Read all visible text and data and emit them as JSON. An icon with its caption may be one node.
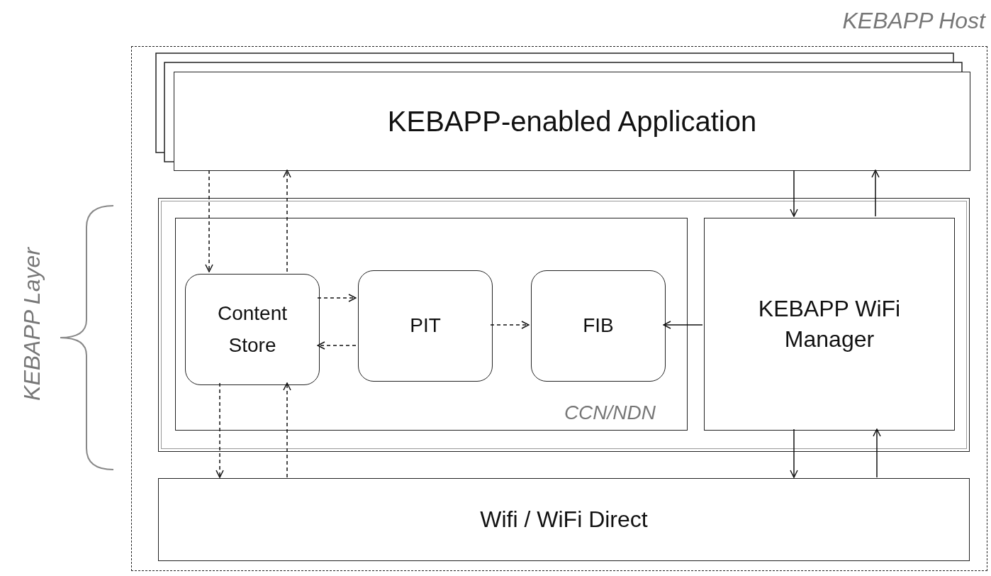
{
  "diagram": {
    "nodes": [
      {
        "text": [
          "KEBAPP Host"
        ]
      },
      {
        "text": [
          "KEBAPP-enabled Application"
        ],
        "in": 0
      },
      {
        "text": [],
        "shape": "box",
        "in": 0
      },
      {
        "text": [
          "CCN/NDN"
        ],
        "in": 2
      },
      {
        "text": [
          "Content Store"
        ],
        "in": 3
      },
      {
        "text": [
          "PIT"
        ],
        "in": 3
      },
      {
        "text": [
          "FIB"
        ],
        "in": 3
      },
      {
        "text": [
          "KEBAPP WiFi Manager"
        ],
        "in": 2
      },
      {
        "text": [
          "Wifi / WiFi Direct"
        ],
        "in": 0
      }
    ],
    "edges": [
      {
        "from": 1,
        "to": 4,
        "arrow": "to",
        "style": "dashed"
      },
      {
        "from": 4,
        "to": 1,
        "arrow": "to",
        "style": "dashed"
      },
      {
        "from": 1,
        "to": 7,
        "arrow": "to"
      },
      {
        "from": 7,
        "to": 1,
        "arrow": "to"
      },
      {
        "from": 4,
        "to": 5,
        "arrow": "to",
        "style": "dashed"
      },
      {
        "from": 5,
        "to": 4,
        "arrow": "to",
        "style": "dashed"
      },
      {
        "from": 5,
        "to": 6,
        "arrow": "to",
        "style": "dashed"
      },
      {
        "from": 7,
        "to": 6,
        "arrow": "to"
      },
      {
        "from": 4,
        "to": 8,
        "arrow": "to",
        "style": "dashed"
      },
      {
        "from": 8,
        "to": 4,
        "arrow": "to",
        "style": "dashed"
      },
      {
        "from": 7,
        "to": 8,
        "arrow": "to"
      },
      {
        "from": 8,
        "to": 7,
        "arrow": "to"
      }
    ],
    "labels": [
      "KEBAPP Layer"
    ]
  }
}
